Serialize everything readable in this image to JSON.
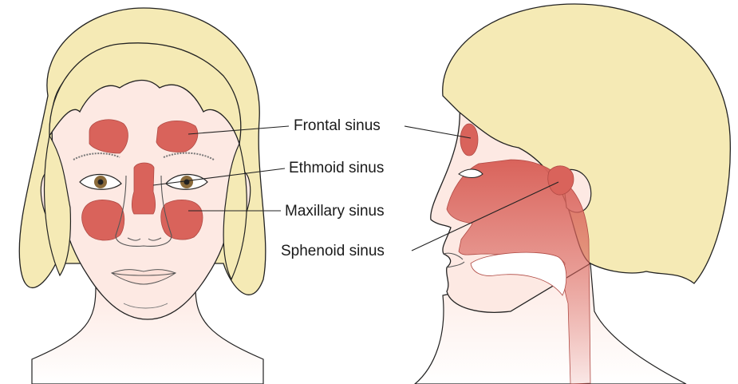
{
  "labels": {
    "frontal": "Frontal sinus",
    "ethmoid": "Ethmoid sinus",
    "maxillary": "Maxillary sinus",
    "sphenoid": "Sphenoid sinus"
  },
  "colors": {
    "hair": "#f5eab5",
    "skin": "#fde9e3",
    "sinus": "#d9635b",
    "outline": "#222222",
    "iris": "#8a6a3a"
  }
}
